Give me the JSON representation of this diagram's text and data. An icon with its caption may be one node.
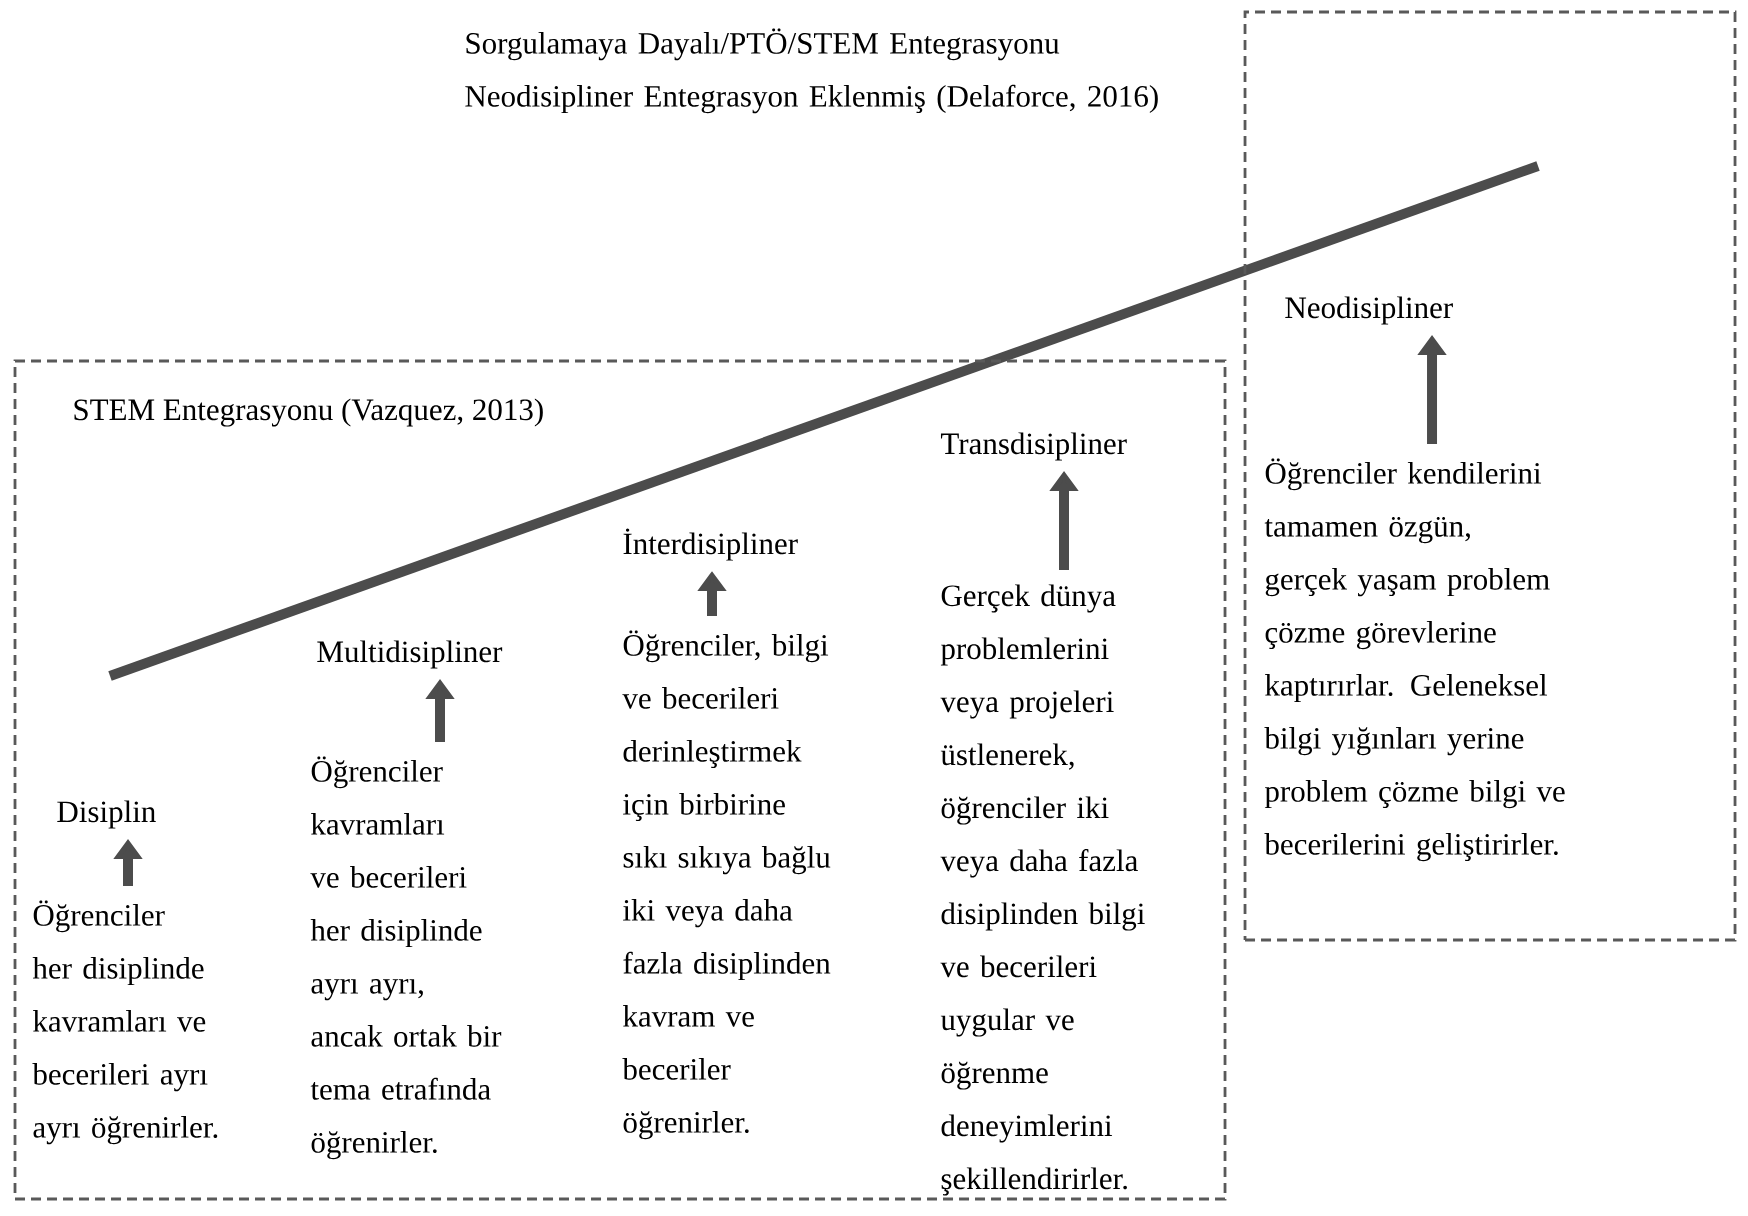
{
  "diagram": {
    "title": "Sorgulamaya Dayalı/PTÖ/STEM Entegrasyonu Neodisipliner Entegrasyon Eklenmiş (Delaforce, 2016)",
    "nodes": [
      {
        "text": [
          "STEM Entegrasyonu (Vazquez, 2013)"
        ]
      },
      {
        "text": [
          "Disiplin"
        ],
        "in": 0
      },
      {
        "text": [
          "Öğrenciler her disiplinde kavramları ve becerileri ayrı ayrı öğrenirler."
        ],
        "in": 0
      },
      {
        "text": [
          "Multidisipliner"
        ],
        "in": 0
      },
      {
        "text": [
          "Öğrenciler kavramları ve becerileri her disiplinde ayrı ayrı, ancak ortak bir tema etrafında öğrenirler."
        ],
        "in": 0
      },
      {
        "text": [
          "İnterdisipliner"
        ],
        "in": 0
      },
      {
        "text": [
          "Öğrenciler, bilgi ve becerileri derinleştirmek için birbirine sıkı sıkıya bağlu iki veya daha fazla disiplinden kavram ve beceriler öğrenirler."
        ],
        "in": 0
      },
      {
        "text": [
          "Transdisipliner"
        ],
        "in": 0
      },
      {
        "text": [
          "Gerçek dünya problemlerini veya projeleri üstlenerek, öğrenciler iki veya daha fazla disiplinden bilgi ve becerileri uygular ve öğrenme deneyimlerini şekillendirirler."
        ],
        "in": 0
      },
      {
        "text": [],
        "shape": "box"
      },
      {
        "text": [
          "Neodisipliner"
        ],
        "in": 9
      },
      {
        "text": [
          "Öğrenciler kendilerini tamamen özgün, gerçek yaşam problem çözme görevlerine kaptırırlar. Geleneksel bilgi yığınları yerine problem çözme bilgi ve becerilerini geliştirirler."
        ],
        "in": 9
      }
    ],
    "edges": [
      {
        "from": 2,
        "to": 1,
        "arrow": "to"
      },
      {
        "from": 4,
        "to": 3,
        "arrow": "to"
      },
      {
        "from": 6,
        "to": 5,
        "arrow": "to"
      },
      {
        "from": 8,
        "to": 7,
        "arrow": "to"
      },
      {
        "from": 11,
        "to": 10,
        "arrow": "to"
      }
    ]
  }
}
